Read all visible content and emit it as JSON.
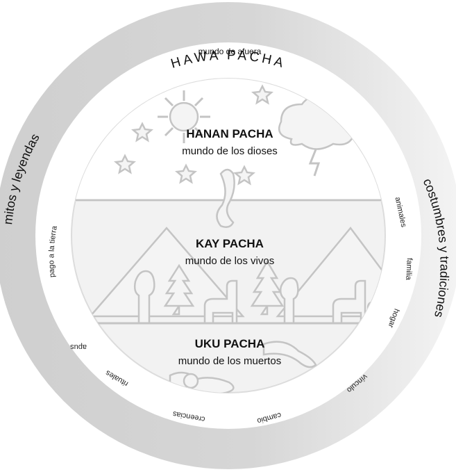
{
  "outer": {
    "title": "HAWA PACHA",
    "subtitle": "mundo de afuera",
    "left_label": "mitos y leyendas",
    "right_label": "costumbres y tradiciones"
  },
  "worlds": {
    "hanan": {
      "title": "HANAN PACHA",
      "subtitle": "mundo de los dioses"
    },
    "kay": {
      "title": "KAY PACHA",
      "subtitle": "mundo de los vivos"
    },
    "uku": {
      "title": "UKU PACHA",
      "subtitle": "mundo de los muertos"
    }
  },
  "ring_terms": {
    "pago": "pago a la tierra",
    "apus": "apus",
    "rituales": "rituales",
    "creencias": "creencias",
    "cambio": "cambio",
    "vinculo": "vínculo",
    "hogar": "hogar",
    "familia": "familia",
    "animales": "animales"
  },
  "colors": {
    "outer_ring_light": "#f2f2f2",
    "outer_ring_dark": "#cfcfcf",
    "inner_ring": "#d9d9d9",
    "illustration_stroke": "#c4c4c4"
  }
}
